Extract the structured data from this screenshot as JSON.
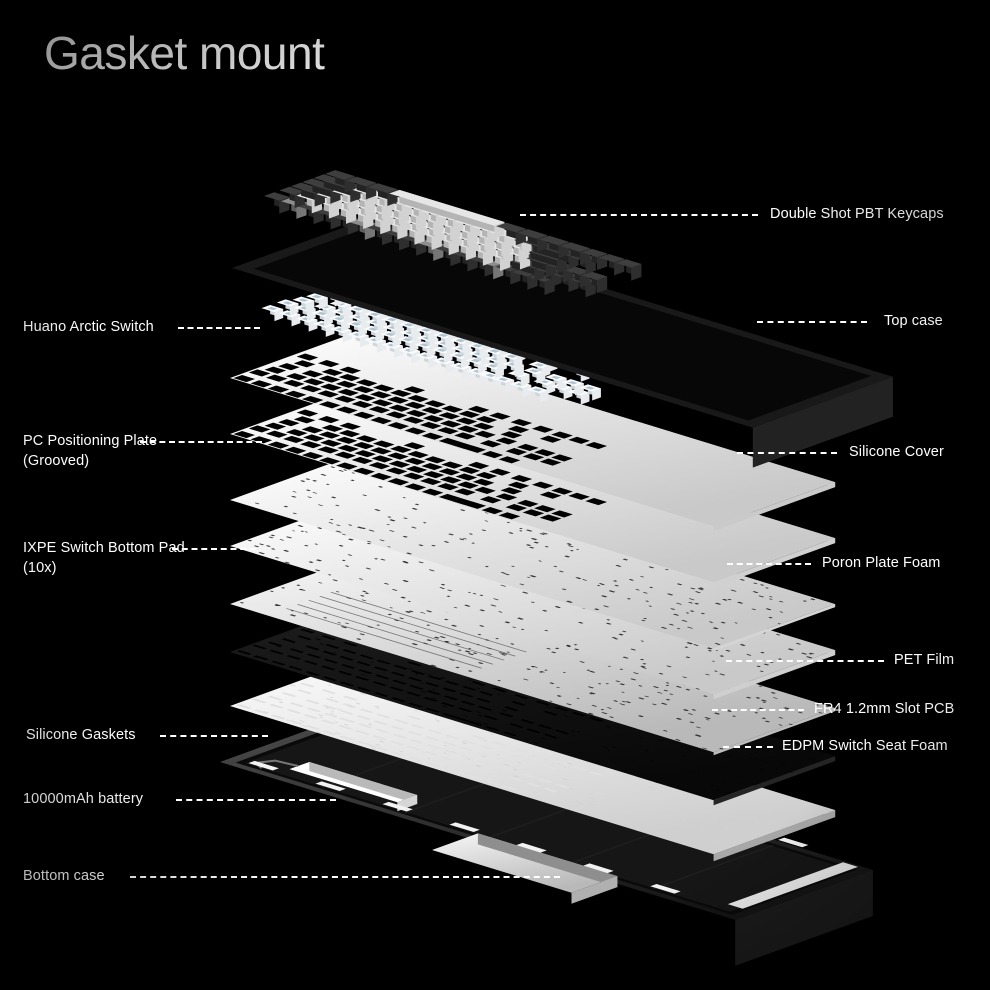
{
  "page": {
    "title": "Gasket mount",
    "background_color": "#000000",
    "text_color": "#ffffff"
  },
  "diagram": {
    "subject": "exploded view of mechanical keyboard assembly",
    "view": "isometric exploded stack",
    "layer_count": 11
  },
  "labels": {
    "right": [
      {
        "id": "keycaps",
        "text": "Double Shot PBT Keycaps"
      },
      {
        "id": "top-case",
        "text": "Top case"
      },
      {
        "id": "silicone-cover",
        "text": "Silicone Cover"
      },
      {
        "id": "poron-foam",
        "text": "Poron Plate Foam"
      },
      {
        "id": "pet-film",
        "text": "PET Film"
      },
      {
        "id": "pcb",
        "text": "FR4 1.2mm Slot PCB"
      },
      {
        "id": "edpm-foam",
        "text": "EDPM Switch Seat Foam"
      }
    ],
    "left": [
      {
        "id": "switch",
        "text": "Huano Arctic Switch"
      },
      {
        "id": "pc-plate",
        "text": "PC Positioning Plate (Grooved)"
      },
      {
        "id": "ixpe-pad",
        "text": "IXPE Switch Bottom Pad (10x)"
      },
      {
        "id": "gaskets",
        "text": "Silicone Gaskets"
      },
      {
        "id": "battery",
        "text": "10000mAh battery"
      },
      {
        "id": "bottom-case",
        "text": "Bottom case"
      }
    ]
  },
  "colors": {
    "keycap_light": "#e9e9e9",
    "keycap_dark": "#3a3a3a",
    "top_case": "#141414",
    "plate_white": "#f3f3f3",
    "foam_white": "#ededed",
    "pcb_black": "#171717",
    "switch_stem": "#aac6d6",
    "bottom_case": "#232323",
    "battery": "#ffffff",
    "leader_line": "#ffffff"
  }
}
